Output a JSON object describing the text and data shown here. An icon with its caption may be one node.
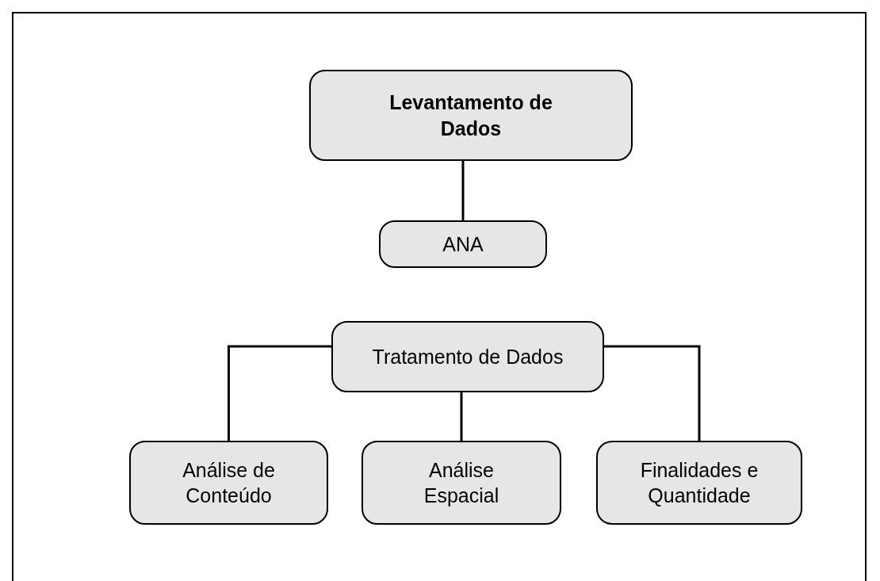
{
  "diagram": {
    "nodes": [
      {
        "text": [
          "Levantamento de Dados"
        ]
      },
      {
        "text": [
          "ANA"
        ]
      },
      {
        "text": [
          "Tratamento de Dados"
        ]
      },
      {
        "text": [
          "Análise de Conteúdo"
        ]
      },
      {
        "text": [
          "Análise Espacial"
        ]
      },
      {
        "text": [
          "Finalidades e Quantidade"
        ]
      }
    ],
    "edges": [
      {
        "from": 0,
        "to": 1,
        "arrow": "none"
      },
      {
        "from": 2,
        "to": 3,
        "arrow": "none"
      },
      {
        "from": 2,
        "to": 4,
        "arrow": "none"
      },
      {
        "from": 2,
        "to": 5,
        "arrow": "none"
      }
    ]
  }
}
